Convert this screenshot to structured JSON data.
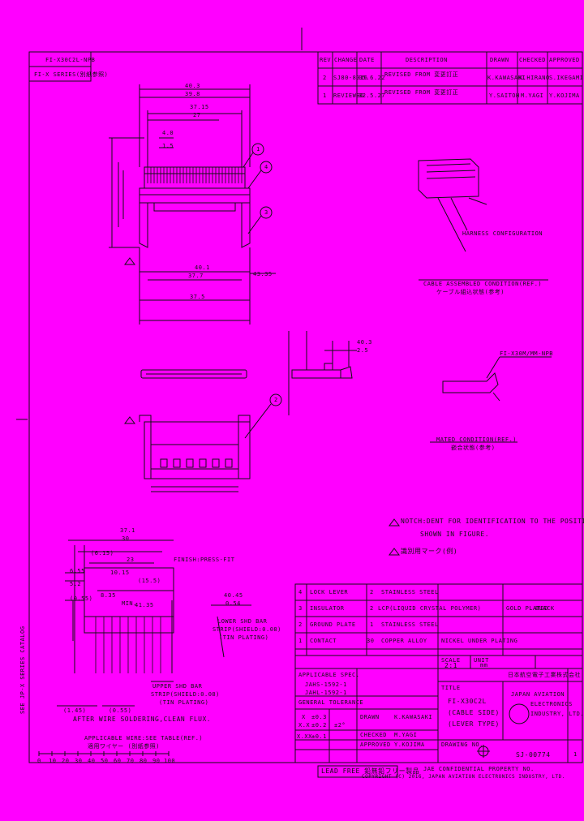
{
  "header": {
    "top_left_code": "FI-X30C2L-NPB",
    "top_left_note": "FI-X SERIES(別紙参照)",
    "rev_table": {
      "headers": [
        "REV",
        "CHANGE",
        "DATE",
        "DESCRIPTION",
        "DRAWN",
        "CHECKED",
        "APPROVED"
      ],
      "rows": [
        [
          "2",
          "SJ80-8016",
          "05.6.22",
          "REVISED FROM 変更訂正",
          "K.KAWASAKI",
          "K.HIRANO",
          "S.IKEGAMI"
        ],
        [
          "1",
          "REVIEWED",
          "02.5.27",
          "REVISED FROM 変更訂正",
          "Y.SAITOH",
          "M.YAGI",
          "Y.KOJIMA"
        ]
      ]
    }
  },
  "dims": {
    "top": [
      "40.3",
      "39.8",
      "37.15",
      "27",
      "4.0",
      "1.5"
    ],
    "mid": [
      "40.1",
      "37.7",
      "37.5",
      "43.35"
    ],
    "side": [
      "40.3",
      "2.5"
    ],
    "bottom": [
      "37.1",
      "30",
      "23",
      "10.15",
      "8.35",
      "(15.5)",
      "6.55",
      "5.2",
      "(1.45)",
      "(0.55)",
      "(6.15)",
      "(0.55)",
      "MIN.",
      "41.35"
    ],
    "wire": [
      "0.54",
      "40.45"
    ]
  },
  "labels": {
    "cable_assembled": "CABLE ASSEMBLED CONDITION(REF.)",
    "cable_assembled_jp": "ケーブル組込状態(参考)",
    "mated_condition": "MATED CONDITION(REF.)",
    "mated_condition_jp": "嵌合状態(参考)",
    "mated_ref_part": "FI-X30M/MM-NPB",
    "harness_ref": "HARNESS CONFIGURATION",
    "notch_note": "NOTCH:DENT FOR IDENTIFICATION TO THE POSITION",
    "notch_note2": "SHOWN IN FIGURE.",
    "notch_note_jp": "識別用マーク(例)",
    "lower_bar": "LOWER SHD BAR",
    "lower_bar_spec": "STRIP(SHIELD:0.08)",
    "lower_bar_plating": "(TIN PLATING)",
    "upper_bar": "UPPER SHD BAR",
    "upper_bar_spec": "STRIP(SHIELD:0.08)",
    "upper_bar_plating": "(TIN PLATING)",
    "finish": "FINISH:PRESS-FIT",
    "after_wire": "AFTER WIRE SOLDERING,CLEAN FLUX.",
    "applicable_wire": "APPLICABLE WIRE:SEE TABLE(REF.)",
    "applicable_wire_jp": "適用ワイヤー (別紙参照)",
    "lead_free": "LEAD FREE 鉛無鉛フリー製品",
    "copyright1": "JAE CONFIDENTIAL PROPERTY NO.",
    "copyright2": "COPYRIGHT (C) 2016, JAPAN AVIATION ELECTRONICS INDUSTRY, LTD.",
    "side_strip": "SEE JP-X SERIES CATALOG"
  },
  "bom": {
    "rows": [
      [
        "4",
        "LOCK LEVER",
        "",
        "2",
        "STAINLESS STEEL"
      ],
      [
        "3",
        "INSULATOR",
        "",
        "2",
        "LCP(LIQUID CRYSTAL POLYMER)"
      ],
      [
        "2",
        "GROUND PLATE",
        "",
        "1",
        "STAINLESS STEEL"
      ],
      [
        "1",
        "CONTACT",
        "",
        "30",
        "COPPER ALLOY"
      ]
    ],
    "finish_cols": [
      "GOLD PLATED",
      "NICKEL UNDER PLATING",
      "BLACK"
    ],
    "spec_title": "APPLICABLE SPEC.",
    "spec_lines": [
      "JAHS-1592-1",
      "JAHL-1592-1"
    ],
    "tolerance": "GENERAL TOLERANCE",
    "tol_rows": [
      [
        "X",
        "±0.3"
      ],
      [
        "X.X",
        "±0.2"
      ],
      [
        "X.XX",
        "±0.1"
      ]
    ],
    "angle": "±2°",
    "approvals": [
      [
        "DRAWN",
        "K.KAWASAKI"
      ],
      [
        "CHECKED",
        "M.YAGI"
      ],
      [
        "APPROVED",
        "Y.KOJIMA"
      ]
    ],
    "scale_label": "SCALE",
    "scale": "2:1",
    "unit_label": "UNIT",
    "unit": "mm",
    "title_label": "TITLE",
    "title_lines": [
      "FI-X30C2L",
      "(CABLE SIDE)",
      "(LEVER TYPE)"
    ],
    "company": [
      "日本航空電子工業株式会社",
      "JAPAN AVIATION",
      "ELECTRONICS",
      "INDUSTRY, LTD."
    ],
    "dwg_label": "DRAWING NO.",
    "dwg_no": "SJ-00774",
    "sheet": "1"
  },
  "ruler": [
    "0",
    "10",
    "20",
    "30",
    "40",
    "50",
    "60",
    "70",
    "80",
    "90",
    "100"
  ],
  "callouts": [
    "1",
    "2",
    "3",
    "4"
  ]
}
